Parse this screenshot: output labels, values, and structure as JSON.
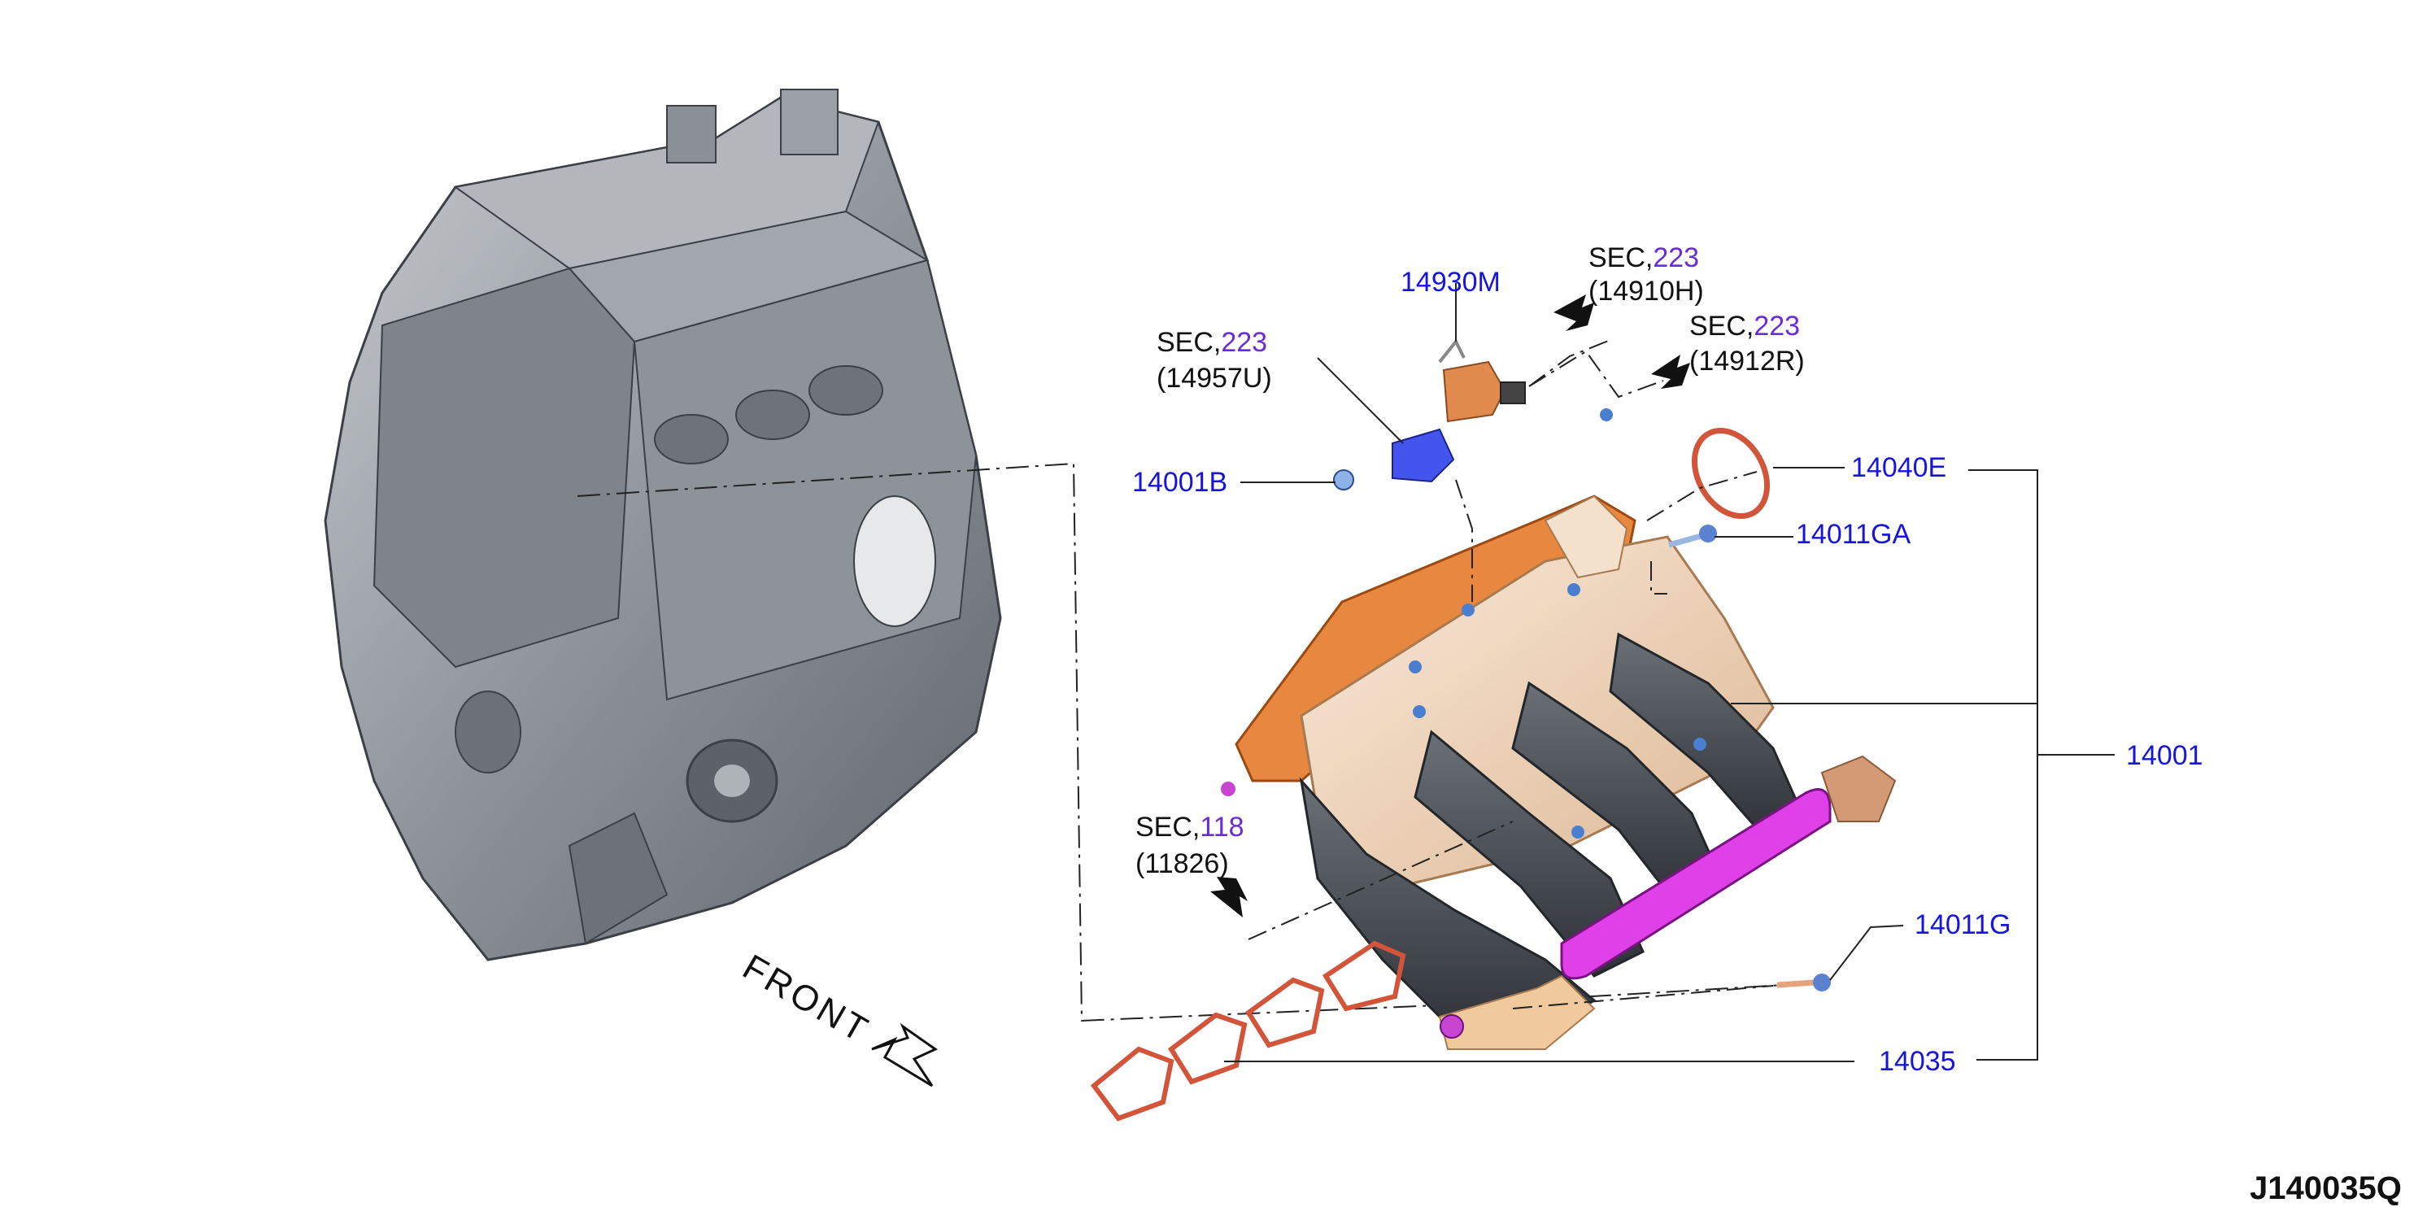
{
  "diagram": {
    "catalog_code": "J140035Q",
    "front_label": "FRONT",
    "parts": {
      "p14930M": "14930M",
      "p14001B": "14001B",
      "p14040E": "14040E",
      "p14011GA": "14011GA",
      "p14001": "14001",
      "p14011G": "14011G",
      "p14035": "14035"
    },
    "sec_refs": [
      {
        "prefix": "SEC,",
        "section": "223",
        "code": "(14910H)"
      },
      {
        "prefix": "SEC,",
        "section": "223",
        "code": "(14912R)"
      },
      {
        "prefix": "SEC,",
        "section": "223",
        "code": "(14957U)"
      },
      {
        "prefix": "SEC,",
        "section": "118",
        "code": "(11826)"
      }
    ]
  },
  "colors": {
    "part_number": "#1515dd",
    "section_link": "#6a2bd9",
    "manifold_body": "#f3d9bd",
    "manifold_plenum": "#e8873f",
    "runner_dark": "#4a4f55",
    "gasket": "#d2553a",
    "seal_strip": "#e040e8",
    "sensor_blue": "#4455ee",
    "engine_grey": "#9aa0a6"
  }
}
